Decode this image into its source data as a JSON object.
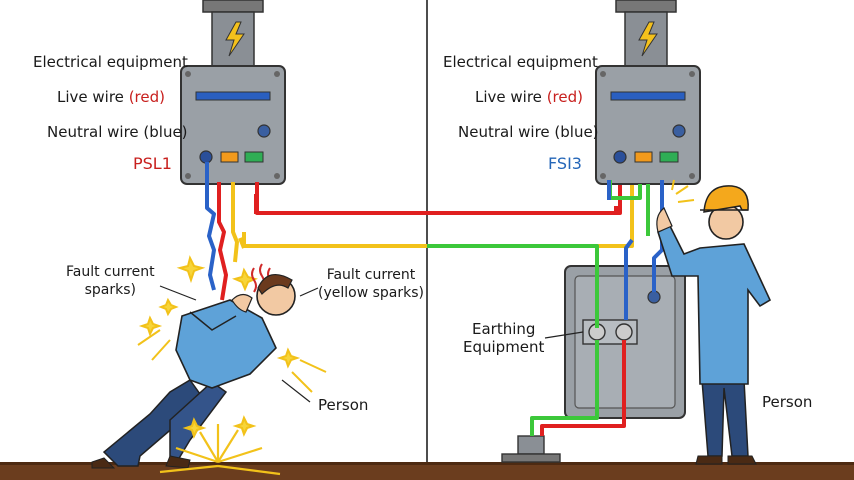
{
  "colors": {
    "live": "#e02020",
    "neutral": "#2a62c8",
    "earth": "#3cc83a",
    "fault": "#f2c21a",
    "ground": "#6b3d1e",
    "panel": "#8e959c"
  },
  "left": {
    "equipment_label": "Electrical equipment",
    "live_prefix": "Live wire",
    "live_suffix": "(red)",
    "neutral_label": "Neutral wire (blue)",
    "code": "PSL1",
    "fault_sparks": "Fault current\nsparks)",
    "fault_yellow": "Fault current\n(yellow sparks)",
    "person": "Person"
  },
  "right": {
    "equipment_label": "Electrical equipment",
    "live_prefix": "Live wire",
    "live_suffix": "(red)",
    "neutral_label": "Neutral wire (blue)",
    "code": "FSI3",
    "earthing": "Earthing\nEquipment",
    "person": "Person"
  },
  "icons": [
    "lightning-bolt-icon",
    "lightning-bolt-icon",
    "spark-burst-icon"
  ]
}
